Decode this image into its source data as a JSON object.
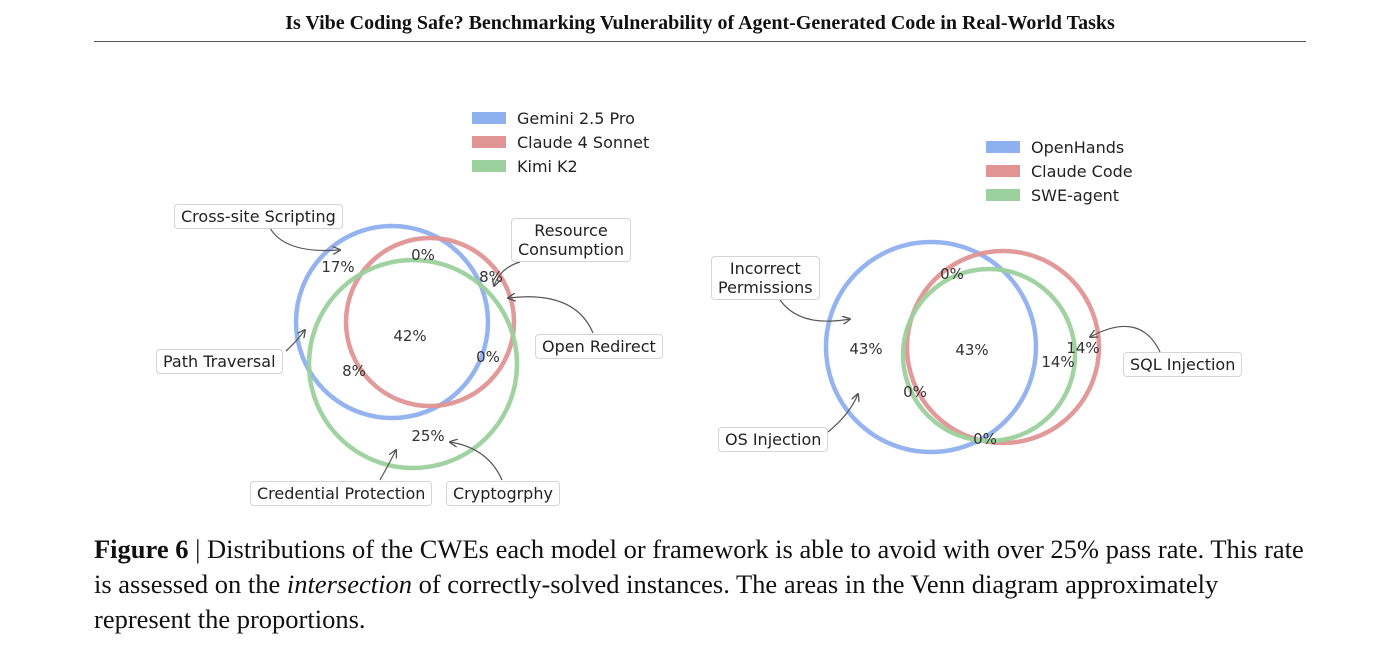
{
  "header": {
    "title": "Is Vibe Coding Safe? Benchmarking Vulnerability of Agent-Generated Code in Real-World Tasks"
  },
  "colors": {
    "blue": "#8fb0ee",
    "red": "#e09494",
    "green": "#9cd09c"
  },
  "venn_left": {
    "legend": [
      "Gemini 2.5 Pro",
      "Claude 4 Sonnet",
      "Kimi K2"
    ],
    "regions": {
      "blue_only": "17%",
      "top_blue_red": "0%",
      "red_only": "8%",
      "center": "42%",
      "right_red_green": "0%",
      "left_blue_green": "8%",
      "green_only": "25%"
    },
    "labels": {
      "cross_site_scripting": "Cross-site Scripting",
      "resource_consumption_1": "Resource",
      "resource_consumption_2": "Consumption",
      "open_redirect": "Open Redirect",
      "path_traversal": "Path Traversal",
      "credential_protection": "Credential Protection",
      "cryptography": "Cryptogrphy"
    }
  },
  "venn_right": {
    "legend": [
      "OpenHands",
      "Claude Code",
      "SWE-agent"
    ],
    "regions": {
      "top": "0%",
      "blue_only": "43%",
      "center": "43%",
      "green_right": "14%",
      "red_right": "14%",
      "left_blue_green": "0%",
      "bottom": "0%"
    },
    "labels": {
      "incorrect_permissions_1": "Incorrect",
      "incorrect_permissions_2": "Permissions",
      "os_injection": "OS Injection",
      "sql_injection": "SQL Injection"
    }
  },
  "caption": {
    "fig_label": "Figure 6",
    "sep": " | ",
    "text1": "Distributions of the CWEs each model or framework is able to avoid with over 25% pass rate. This rate is assessed on the ",
    "emph": "intersection",
    "text2": " of correctly-solved instances. The areas in the Venn diagram approximately represent the proportions."
  }
}
